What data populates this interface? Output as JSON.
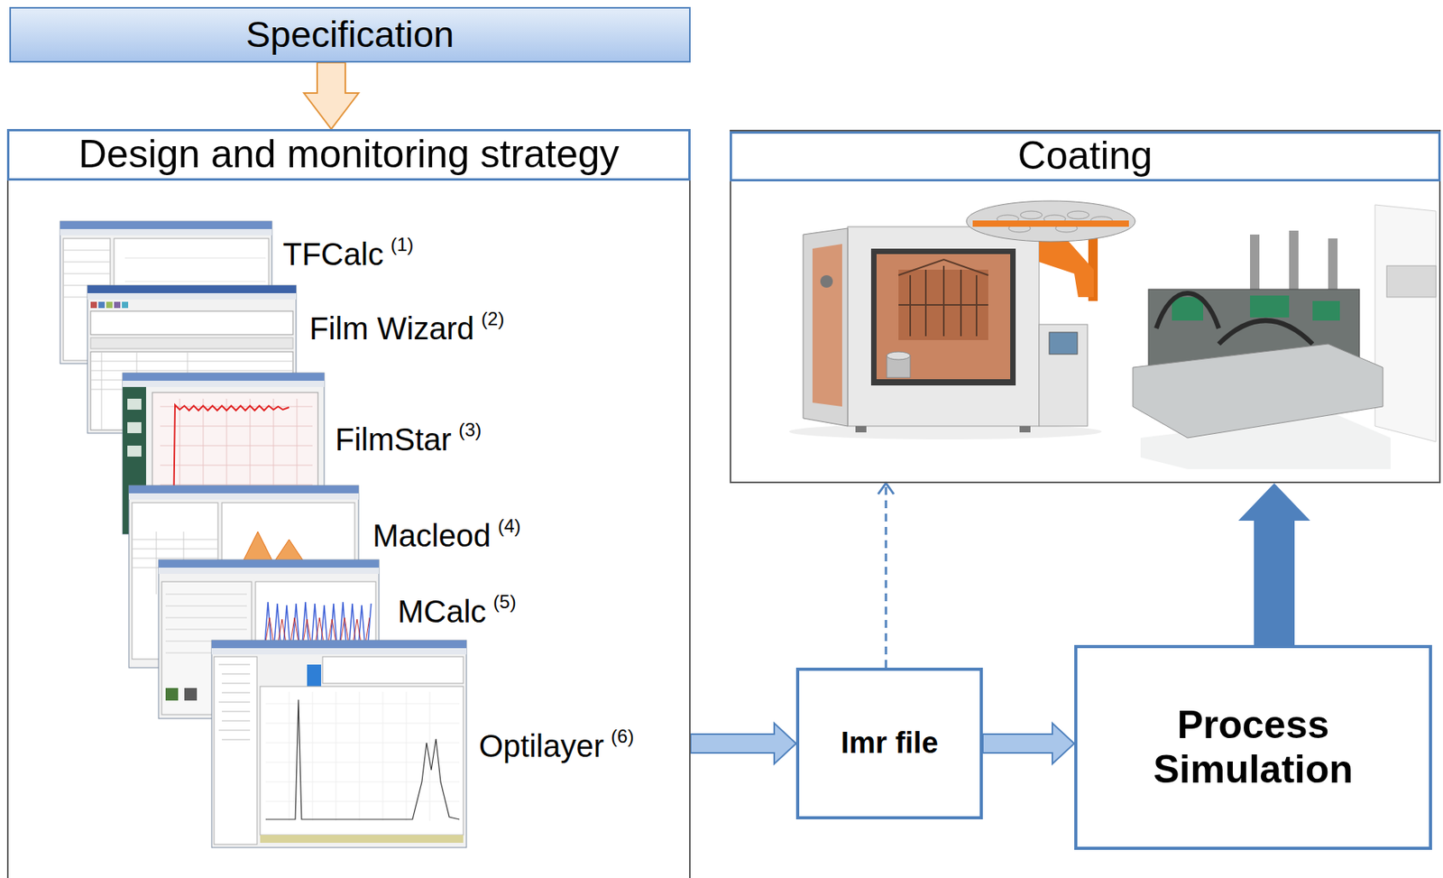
{
  "diagram": {
    "nodes": [
      {
        "text": [
          "Specification"
        ]
      },
      {
        "text": [
          "Design and monitoring strategy"
        ]
      },
      {
        "text": [
          "Coating"
        ]
      },
      {
        "text": [
          "Imr file"
        ]
      },
      {
        "text": [
          "Process Simulation"
        ]
      }
    ],
    "edges": [
      {
        "from": 0,
        "to": 1,
        "arrow": "to"
      },
      {
        "from": 1,
        "to": 3,
        "arrow": "to"
      },
      {
        "from": 3,
        "to": 4,
        "arrow": "to"
      },
      {
        "from": 4,
        "to": 2,
        "arrow": "to"
      },
      {
        "from": 3,
        "to": 2,
        "arrow": "to"
      }
    ],
    "labels": [
      "TFCalc",
      "(1)",
      "Film Wizard",
      "(2)",
      "FilmStar",
      "(3)",
      "Macleod",
      "(4)",
      "MCalc",
      "(5)",
      "Optilayer",
      "(6)"
    ]
  }
}
